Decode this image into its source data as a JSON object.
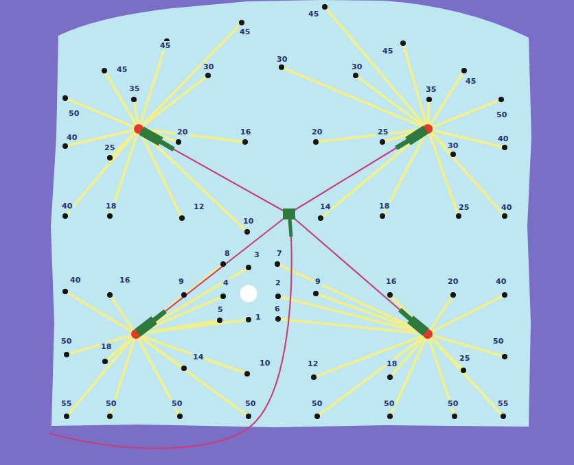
{
  "diagram": {
    "labels": [
      "45",
      "45",
      "45",
      "45",
      "45",
      "30",
      "30",
      "30",
      "45",
      "35",
      "35",
      "50",
      "50",
      "20",
      "16",
      "20",
      "25",
      "40",
      "40",
      "30",
      "25",
      "40",
      "18",
      "12",
      "14",
      "18",
      "25",
      "40",
      "10",
      "8",
      "3",
      "7",
      "40",
      "16",
      "9",
      "4",
      "2",
      "9",
      "16",
      "20",
      "40",
      "5",
      "6",
      "1",
      "50",
      "50",
      "18",
      "14",
      "25",
      "10",
      "12",
      "18",
      "55",
      "50",
      "50",
      "50",
      "50",
      "50",
      "50",
      "55"
    ]
  }
}
